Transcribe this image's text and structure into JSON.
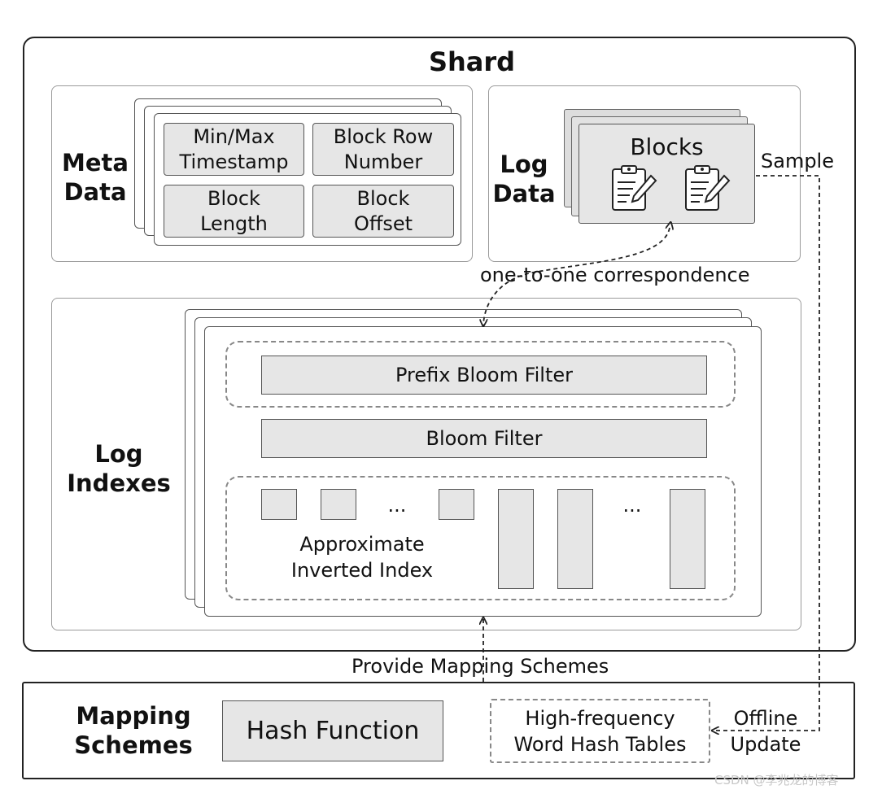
{
  "shard": {
    "title": "Shard",
    "meta_data": {
      "label": "Meta\nData",
      "cells": [
        "Min/Max\nTimestamp",
        "Block Row\nNumber",
        "Block\nLength",
        "Block\nOffset"
      ]
    },
    "log_data": {
      "label": "Log\nData",
      "blocks_label": "Blocks",
      "icons": [
        "clipboard-pencil-icon",
        "clipboard-pencil-icon"
      ]
    },
    "correspondence_label": "one-to-one correspondence",
    "log_indexes": {
      "label": "Log\nIndexes",
      "prefix_bloom_filter": "Prefix Bloom Filter",
      "bloom_filter": "Bloom Filter",
      "ellipsis_1": "...",
      "ellipsis_2": "...",
      "approx_inverted_index": "Approximate\nInverted Index"
    }
  },
  "sample_label": "Sample",
  "provide_label": "Provide Mapping Schemes",
  "mapping_schemes": {
    "label": "Mapping\nSchemes",
    "hash_function": "Hash Function",
    "hash_tables": "High-frequency\nWord Hash Tables",
    "offline_update": "Offline\nUpdate"
  },
  "watermark": "CSDN @李兆龙的博客"
}
